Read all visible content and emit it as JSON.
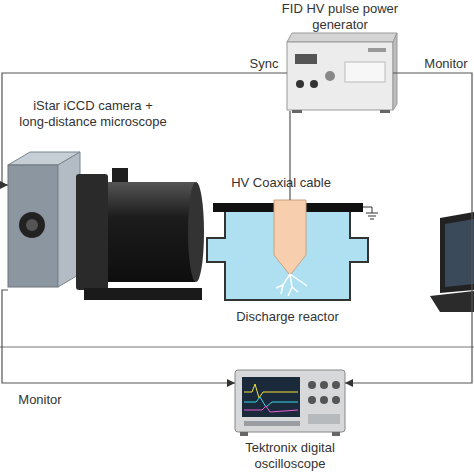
{
  "diagram": {
    "nodes": [
      {
        "text": [
          "FID HV pulse power generator"
        ]
      },
      {
        "text": [
          "iStar iCCD camera + long-distance microscope"
        ]
      },
      {
        "text": [
          "Discharge reactor"
        ]
      },
      {
        "text": [
          "Tektronix digital oscilloscope"
        ]
      }
    ],
    "edges": [
      {
        "from": 0,
        "to": 2,
        "label": "HV Coaxial cable",
        "arrow": "none"
      },
      {
        "from": 0,
        "to": 1,
        "label": "Sync",
        "arrow": "to"
      },
      {
        "from": 0,
        "to": 3,
        "label": "Monitor",
        "arrow": "to"
      },
      {
        "from": 1,
        "to": 3,
        "label": "Monitor",
        "arrow": "to"
      }
    ]
  }
}
